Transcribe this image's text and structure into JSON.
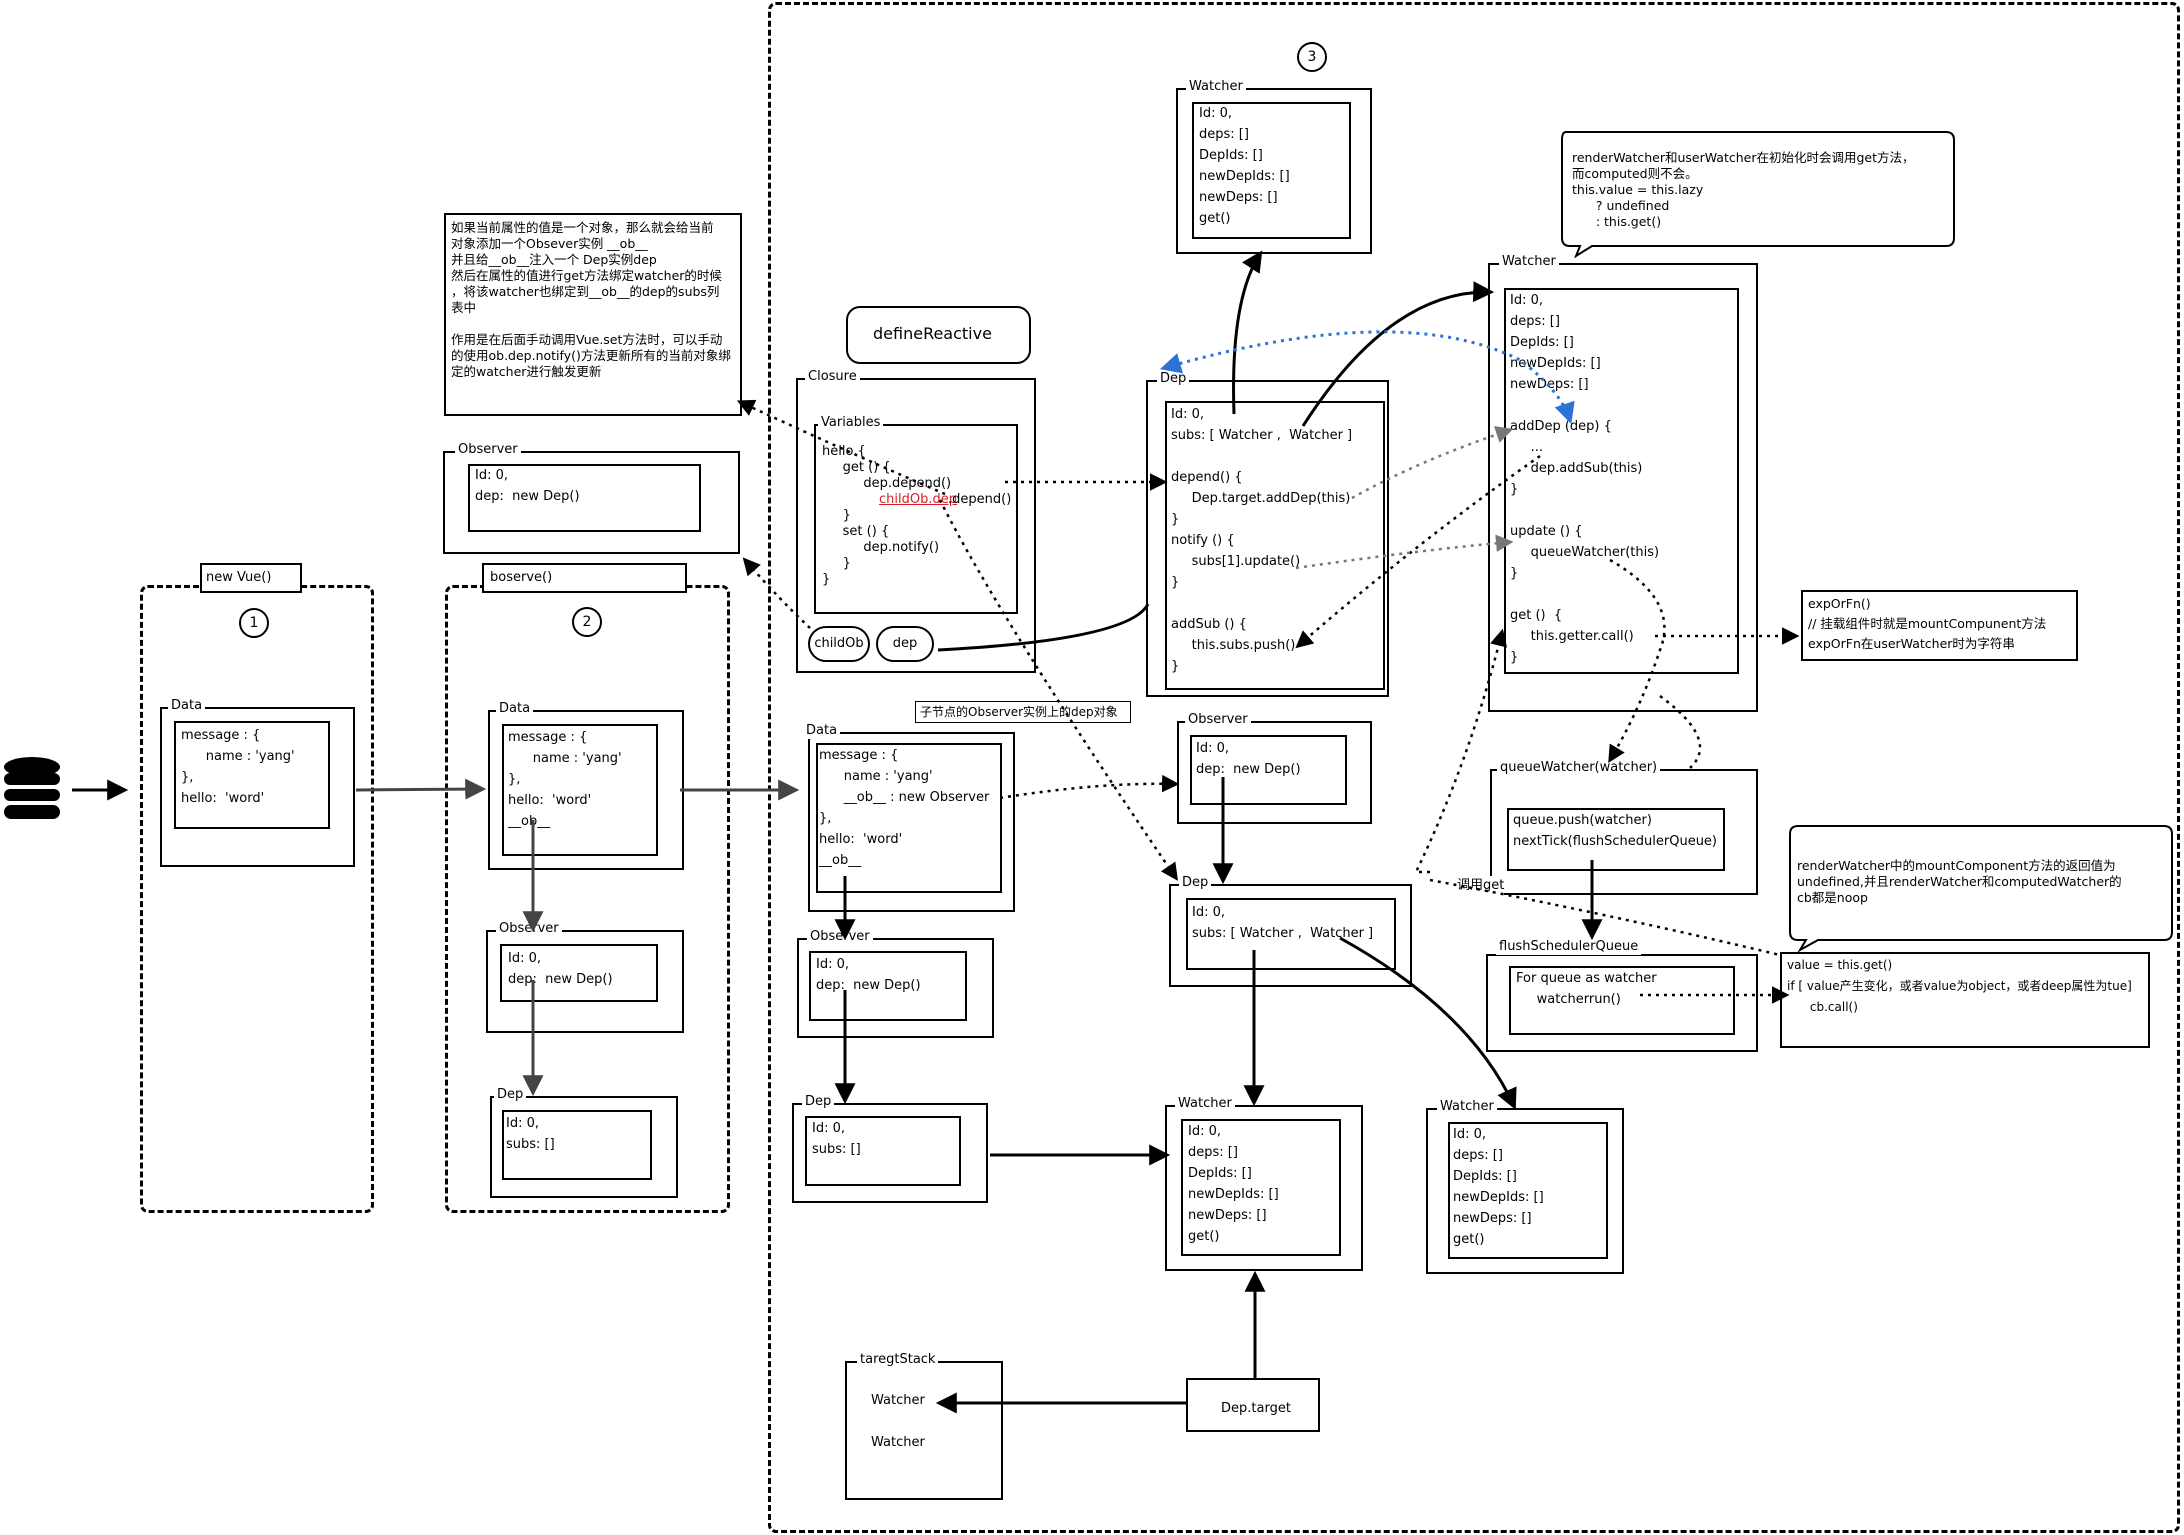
{
  "numbers": {
    "one": "1",
    "two": "2",
    "three": "3"
  },
  "new_vue": {
    "title": "new Vue()",
    "data_label": "Data",
    "data_code": "message : {\n      name : 'yang'\n},\nhello:  'word'"
  },
  "observe_group": {
    "title": "boserve()",
    "data_label": "Data",
    "data_code": "message : {\n      name : 'yang'\n},\nhello:  'word'\n__ob__",
    "observer_label": "Observer",
    "observer_code": "Id: 0,\ndep:  new Dep()",
    "dep_label": "Dep",
    "dep_code": "Id: 0,\nsubs: []"
  },
  "notes": {
    "observer_note": "如果当前属性的值是一个对象，那么就会给当前\n对象添加一个Obsever实例 __ob__\n并且给__ob__注入一个 Dep实例dep\n然后在属性的值进行get方法绑定watcher的时候\n，将该watcher也绑定到__ob__的dep的subs列\n表中\n\n作用是在后面手动调用Vue.set方法时，可以手动\n的使用ob.dep.notify()方法更新所有的当前对象绑\n定的watcher进行触发更新",
    "render_watcher_bubble": "renderWatcher和userWatcher在初始化时会调用get方法，\n而computed则不会。\nthis.value = this.lazy\n      ? undefined\n      : this.get()",
    "child_observer": "子节点的Observer实例上的dep对象",
    "call_get": "调用get",
    "exp_or_fn": "expOrFn()\n// 挂载组件时就是mountCompunent方法\nexpOrFn在userWatcher时为字符串",
    "mount_component": "renderWatcher中的mountComponent方法的返回值为\nundefined,并且renderWatcher和computedWatcher的\ncb都是noop",
    "get_value": "value = this.get()\nif [ value产生变化，或者value为object，或者deep属性为tue]\n      cb.call()"
  },
  "left_observer": {
    "label": "Observer",
    "code": "Id: 0,\ndep:  new Dep()"
  },
  "define_reactive": {
    "title": "defineReactive",
    "closure_label": "Closure",
    "variables_label": "Variables",
    "code_a": "hello {\n     get () {\n          dep.depend()",
    "code_red": "childOb.dep",
    "code_red_tail": ".depend()",
    "code_b": "     }\n     set () {\n          dep.notify()\n     }\n}",
    "child_ob": "childOb",
    "dep": "dep"
  },
  "mid_data": {
    "label": "Data",
    "code": "message : {\n      name : 'yang'\n      __ob__ : new Observer\n},\nhello:  'word'\n__ob__"
  },
  "mid_observer": {
    "label": "Observer",
    "code": "Id: 0,\ndep:  new Dep()"
  },
  "mid_dep": {
    "label": "Dep",
    "code": "Id: 0,\nsubs: []"
  },
  "target_stack": {
    "label": "taregtStack",
    "items": [
      "Watcher",
      "Watcher"
    ]
  },
  "dep_main": {
    "label": "Dep",
    "code": "Id: 0,\nsubs: [ Watcher ,  Watcher ]\n\ndepend() {\n     Dep.target.addDep(this)\n}\nnotify () {\n     subs[1].update()\n}\n\naddSub () {\n     this.subs.push()\n}"
  },
  "watcher_top": {
    "label": "Watcher",
    "code": "Id: 0,\ndeps: []\nDepIds: []\nnewDepIds: []\nnewDeps: []\nget()"
  },
  "child_observer_box": {
    "label": "Observer",
    "code": "Id: 0,\ndep:  new Dep()"
  },
  "dep2": {
    "label": "Dep",
    "code": "Id: 0,\nsubs: [ Watcher ,  Watcher ]"
  },
  "watcher_mid": {
    "label": "Watcher",
    "code": "Id: 0,\ndeps: []\nDepIds: []\nnewDepIds: []\nnewDeps: []\nget()"
  },
  "watcher_right": {
    "label": "Watcher",
    "code": "Id: 0,\ndeps: []\nDepIds: []\nnewDepIds: []\nnewDeps: []\nget()"
  },
  "dep_target": {
    "label": "Dep.target"
  },
  "watcher_main": {
    "label": "Watcher",
    "code": "Id: 0,\ndeps: []\nDepIds: []\nnewDepIds: []\nnewDeps: []\n\naddDep (dep) {\n     ...\n     dep.addSub(this)\n}\n\nupdate () {\n     queueWatcher(this)\n}\n\nget ()  {\n     this.getter.call()\n}"
  },
  "queue_watcher": {
    "label": "queueWatcher(watcher)",
    "code": "queue.push(watcher)\nnextTick(flushSchedulerQueue)"
  },
  "flush_scheduler": {
    "label": "flushSchedulerQueue",
    "code": "For queue as watcher\n     watcherrun()"
  },
  "colors": {
    "ink": "#000000",
    "blue": "#2b74d6",
    "gray": "#777777",
    "red": "#d8202a"
  }
}
